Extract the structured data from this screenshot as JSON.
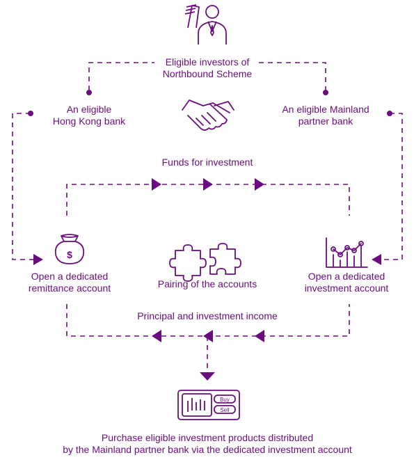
{
  "accent_color": "#6a0d7e",
  "nodes": {
    "investors": {
      "line1": "Eligible investors of",
      "line2": "Northbound Scheme",
      "icon": "investor-icon"
    },
    "hk_bank": {
      "line1": "An eligible",
      "line2": "Hong Kong bank"
    },
    "handshake": {
      "icon": "handshake-icon"
    },
    "mainland_bank": {
      "line1": "An eligible Mainland",
      "line2": "partner bank"
    },
    "remittance_account": {
      "line1": "Open a dedicated",
      "line2": "remittance account",
      "icon": "money-bag-icon"
    },
    "pairing": {
      "label": "Pairing of the accounts",
      "icon": "puzzle-icon"
    },
    "investment_account": {
      "line1": "Open a dedicated",
      "line2": "investment account",
      "icon": "line-chart-icon"
    },
    "purchase": {
      "line1": "Purchase eligible investment products distributed",
      "line2": "by the Mainland partner bank via the dedicated investment account",
      "icon": "trading-terminal-icon"
    }
  },
  "flows": {
    "funds": {
      "label": "Funds for investment"
    },
    "principal": {
      "label": "Principal and investment income"
    }
  },
  "terminal": {
    "buy_label": "Buy",
    "sell_label": "Sell"
  }
}
